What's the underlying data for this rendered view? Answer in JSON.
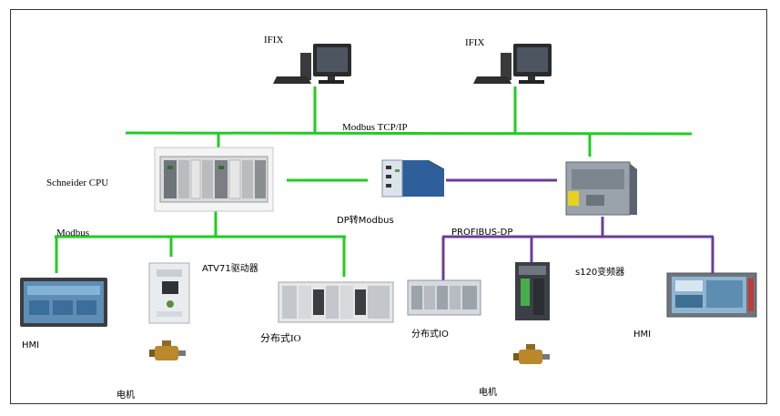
{
  "nodes": {
    "pc_left_label": "IFIX",
    "pc_right_label": "IFIX",
    "ethernet_label": "Modbus TCP/IP",
    "schneider_cpu_label": "Schneider CPU",
    "modbus_label": "Modbus",
    "gateway_label": "DP转Modbus",
    "profibus_label": "PROFIBUS-DP",
    "hmi_left_label": "HMI",
    "atv71_label": "ATV71驱动器",
    "dist_io_left_label": "分布式IO",
    "dist_io_right_label": "分布式IO",
    "s120_label": "s120变频器",
    "hmi_right_label": "HMI",
    "motor_left_label": "电机",
    "motor_right_label": "电机"
  },
  "colors": {
    "modbus_green": "#22cc22",
    "profibus_purple": "#6a3d9a",
    "frame": "#333333"
  }
}
